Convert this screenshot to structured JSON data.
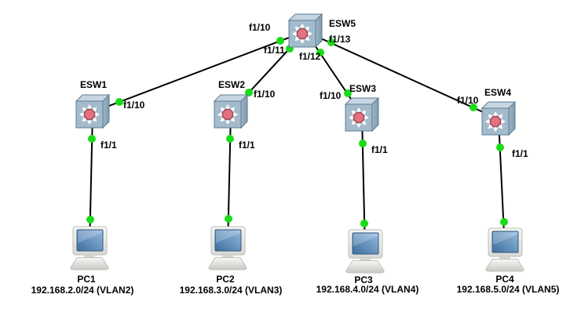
{
  "diagram_type": "network-topology",
  "nodes": {
    "esw5": {
      "label": "ESW5",
      "type": "ethernet-switch"
    },
    "esw1": {
      "label": "ESW1",
      "type": "ethernet-switch"
    },
    "esw2": {
      "label": "ESW2",
      "type": "ethernet-switch"
    },
    "esw3": {
      "label": "ESW3",
      "type": "ethernet-switch"
    },
    "esw4": {
      "label": "ESW4",
      "type": "ethernet-switch"
    },
    "pc1": {
      "label": "PC1",
      "subnet": "192.168.2.0/24 (VLAN2)",
      "type": "pc"
    },
    "pc2": {
      "label": "PC2",
      "subnet": "192.168.3.0/24 (VLAN3)",
      "type": "pc"
    },
    "pc3": {
      "label": "PC3",
      "subnet": "192.168.4.0/24 (VLAN4)",
      "type": "pc"
    },
    "pc4": {
      "label": "PC4",
      "subnet": "192.168.5.0/24 (VLAN5)",
      "type": "pc"
    }
  },
  "links": [
    {
      "from": "ESW5",
      "from_port": "f1/10",
      "to": "ESW1",
      "to_port": "f1/10",
      "status": "up"
    },
    {
      "from": "ESW5",
      "from_port": "f1/11",
      "to": "ESW2",
      "to_port": "f1/10",
      "status": "up"
    },
    {
      "from": "ESW5",
      "from_port": "f1/12",
      "to": "ESW3",
      "to_port": "f1/10",
      "status": "up"
    },
    {
      "from": "ESW5",
      "from_port": "f1/13",
      "to": "ESW4",
      "to_port": "f1/10",
      "status": "up"
    },
    {
      "from": "ESW1",
      "from_port": "f1/1",
      "to": "PC1",
      "to_port": "",
      "status": "up"
    },
    {
      "from": "ESW2",
      "from_port": "f1/1",
      "to": "PC2",
      "to_port": "",
      "status": "up"
    },
    {
      "from": "ESW3",
      "from_port": "f1/1",
      "to": "PC3",
      "to_port": "",
      "status": "up"
    },
    {
      "from": "ESW4",
      "from_port": "f1/1",
      "to": "PC4",
      "to_port": "",
      "status": "up"
    }
  ],
  "colors": {
    "background": "#ffffff",
    "link_line": "#000000",
    "status_up_dot": "#17dd17",
    "switch_front": "#a4bbcc",
    "switch_top": "#c6d5e1",
    "switch_side": "#8ba5b8",
    "switch_center_dot": "#e4717f",
    "pc_screen_blue": "#4f7fae",
    "label_text": "#000000"
  }
}
